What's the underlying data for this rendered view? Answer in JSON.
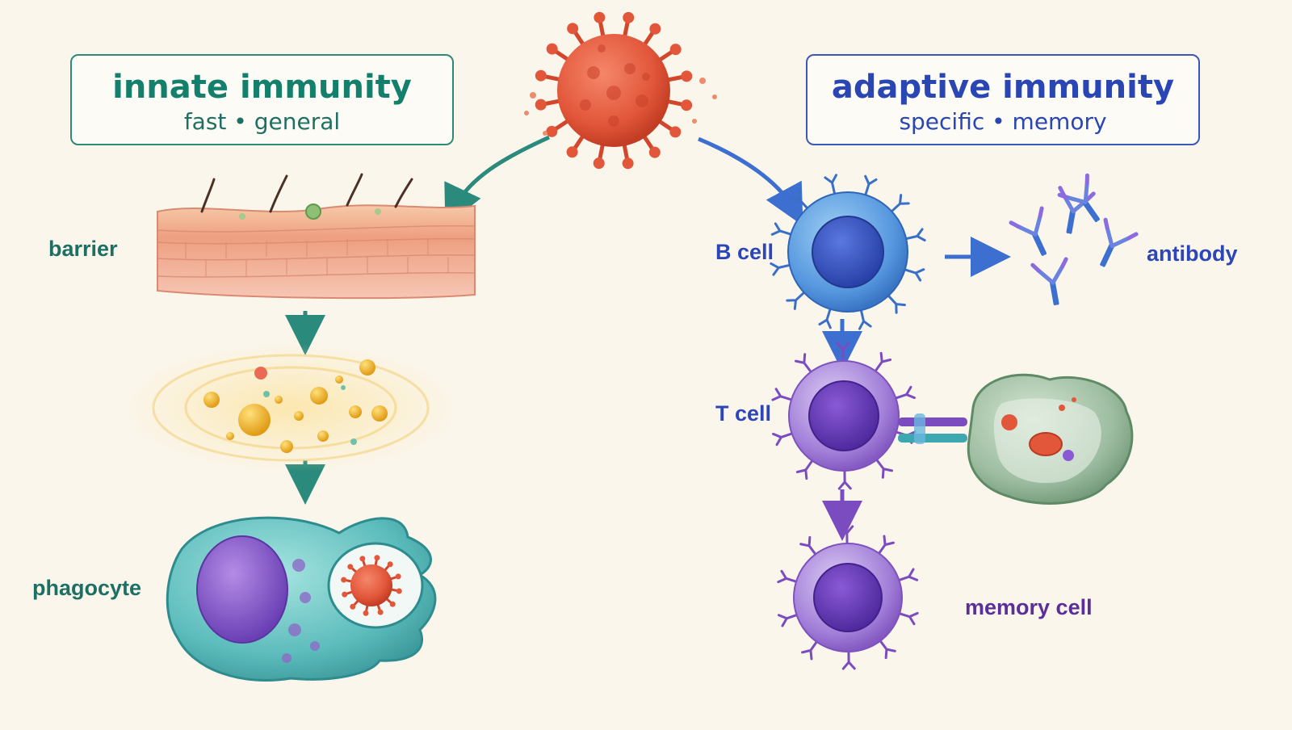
{
  "innate": {
    "title": "innate immunity",
    "subtitle": "fast • general",
    "stages": [
      "barrier",
      "phagocyte"
    ]
  },
  "adaptive": {
    "title": "adaptive immunity",
    "subtitle": "specific • memory",
    "cells": [
      "B cell",
      "T cell",
      "memory cell"
    ],
    "product": "antibody"
  },
  "colors": {
    "background": "#fbf6ec",
    "innate_accent": "#14806c",
    "adaptive_accent": "#2a46b3",
    "memory_accent": "#5b2f9a",
    "pathogen": "#e2563a",
    "b_cell": "#4f8fdc",
    "t_cell": "#9a72d0",
    "phagocyte": "#5cbcbc",
    "skin": "#f2a58d",
    "cytokine": "#f0b32c"
  },
  "icons": [
    "virus-icon",
    "skin-layer-icon",
    "cytokine-icon",
    "phagocyte-icon",
    "b-cell-icon",
    "antibody-icon",
    "t-cell-icon",
    "infected-cell-icon",
    "memory-cell-icon"
  ]
}
